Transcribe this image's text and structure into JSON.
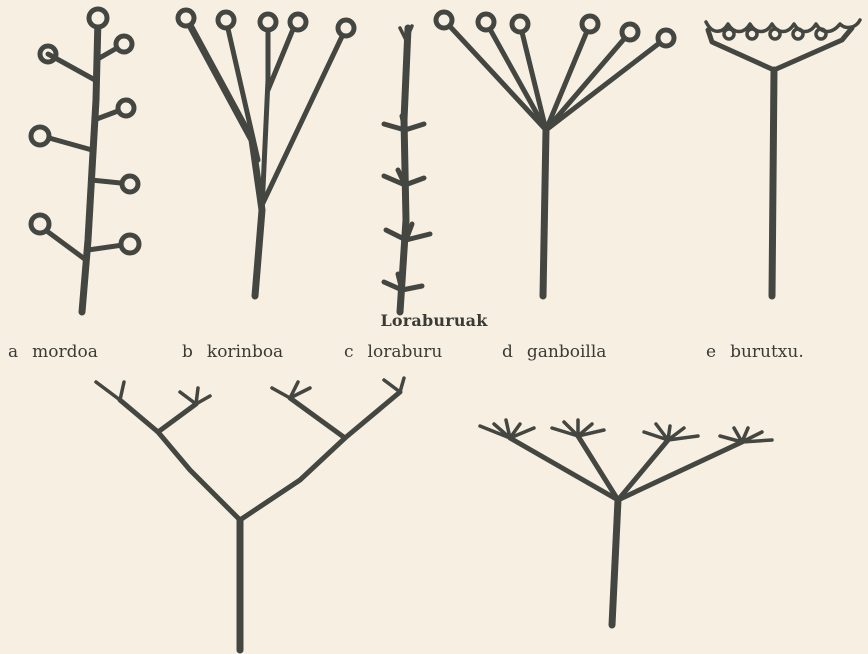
{
  "title": "Loraburuak",
  "captions": [
    {
      "letter": "a",
      "label": "mordoa"
    },
    {
      "letter": "b",
      "label": "korinboa"
    },
    {
      "letter": "c",
      "label": "loraburu"
    },
    {
      "letter": "d",
      "label": "ganboilla"
    },
    {
      "letter": "e",
      "label": "burutxu."
    }
  ],
  "colors": {
    "ink": "#444641",
    "paper": "#f7f0e2"
  }
}
